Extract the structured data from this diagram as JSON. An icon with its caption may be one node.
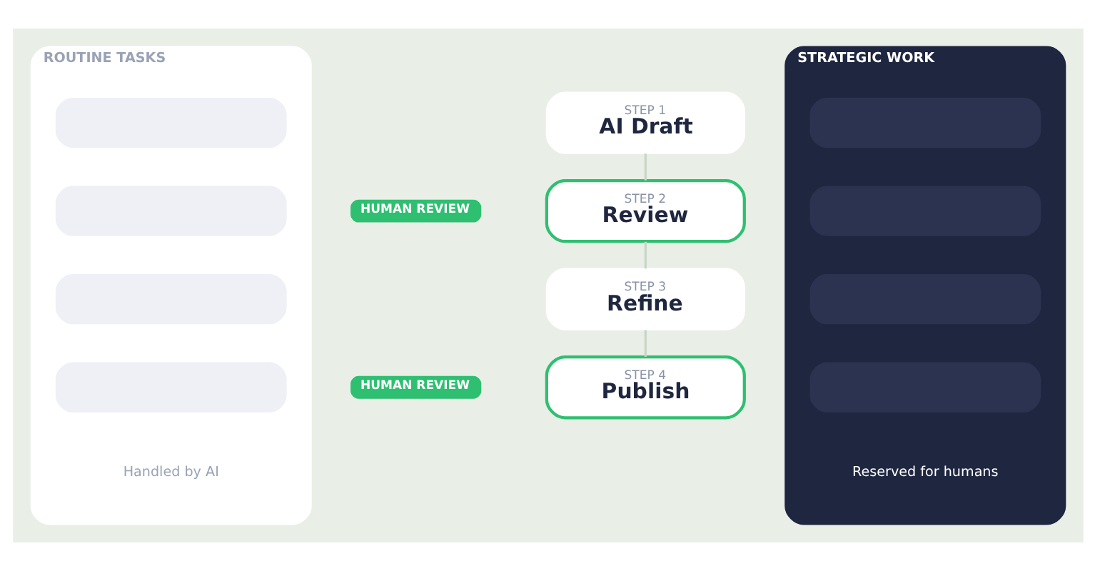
{
  "diagram": {
    "nodes": [
      {
        "text": [
          "ROUTINE TASKS",
          "Handled by AI"
        ]
      },
      {
        "text": [],
        "shape": "box",
        "in": 0
      },
      {
        "text": [],
        "shape": "box",
        "in": 0
      },
      {
        "text": [],
        "shape": "box",
        "in": 0
      },
      {
        "text": [],
        "shape": "box",
        "in": 0
      },
      {
        "text": [
          "STEP 1",
          "AI Draft"
        ]
      },
      {
        "text": [
          "HUMAN REVIEW"
        ]
      },
      {
        "text": [
          "STEP 2",
          "Review"
        ]
      },
      {
        "text": [
          "STEP 3",
          "Refine"
        ]
      },
      {
        "text": [
          "HUMAN REVIEW"
        ]
      },
      {
        "text": [
          "STEP 4",
          "Publish"
        ]
      },
      {
        "text": [
          "STRATEGIC WORK",
          "Reserved for humans"
        ]
      },
      {
        "text": [],
        "shape": "box",
        "in": 11
      },
      {
        "text": [],
        "shape": "box",
        "in": 11
      },
      {
        "text": [],
        "shape": "box",
        "in": 11
      },
      {
        "text": [],
        "shape": "box",
        "in": 11
      }
    ],
    "edges": [
      {
        "from": 5,
        "to": 7,
        "arrow": "none"
      },
      {
        "from": 7,
        "to": 8,
        "arrow": "none"
      },
      {
        "from": 8,
        "to": 10,
        "arrow": "none"
      }
    ]
  }
}
